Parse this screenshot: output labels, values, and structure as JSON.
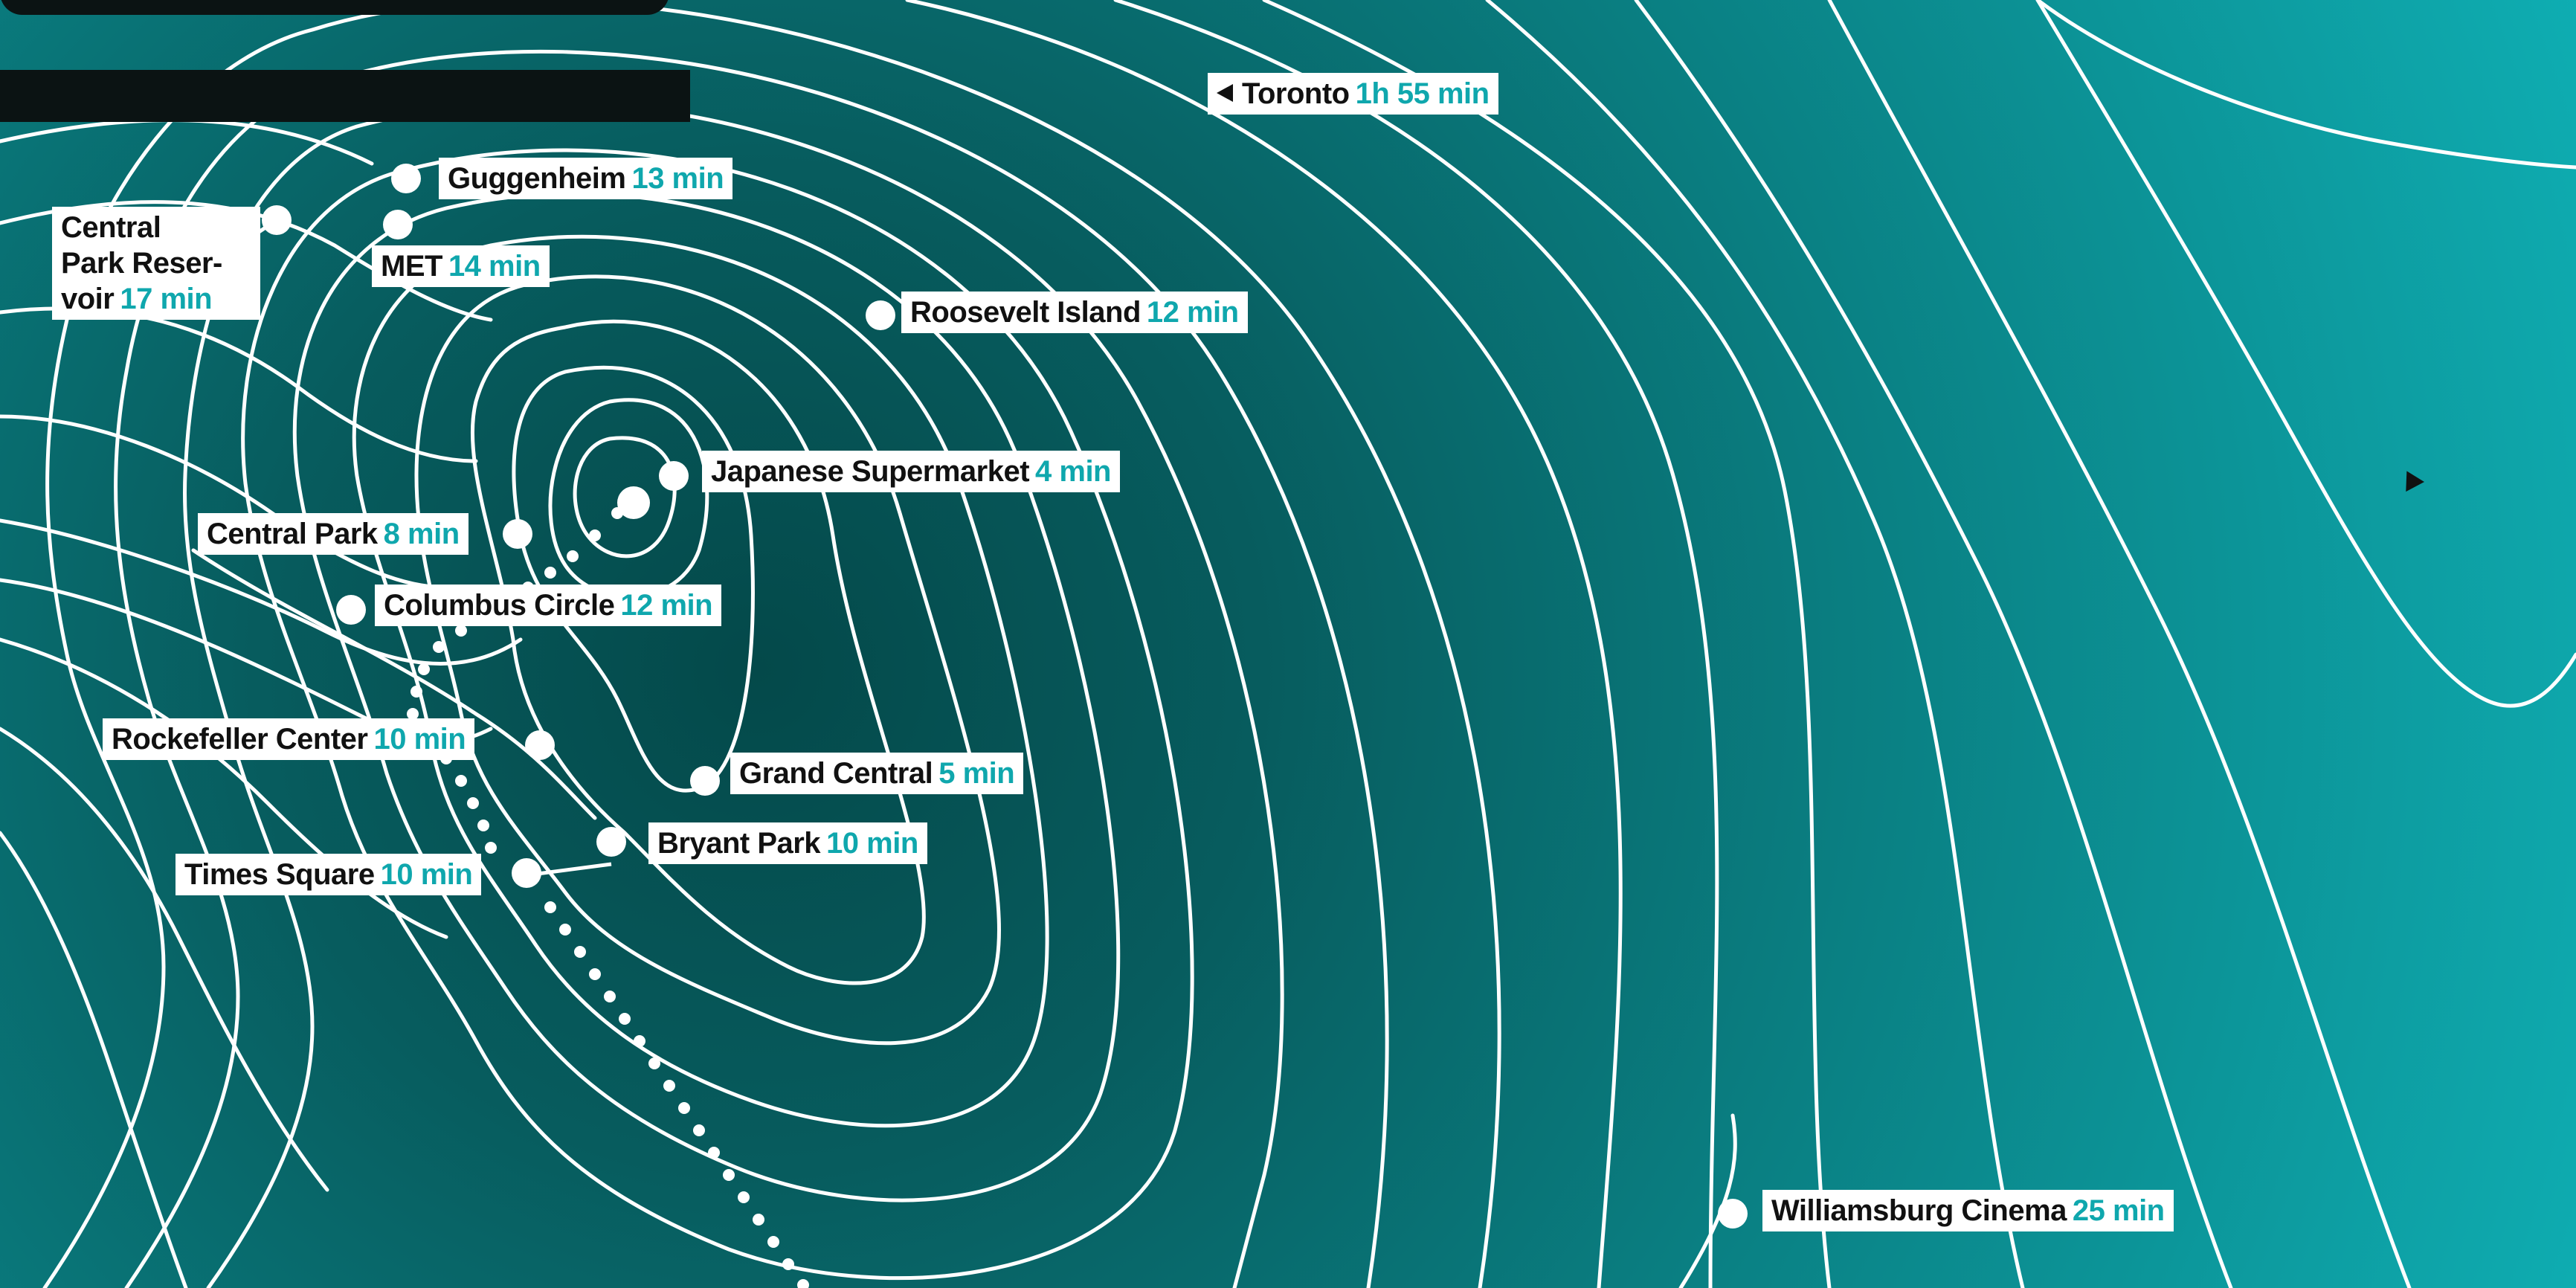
{
  "map": {
    "colors": {
      "background_outer": "#0fa7ad",
      "background_inner": "#04494a",
      "contour": "#ffffff",
      "label_bg": "#ffffff",
      "time_text": "#0fa7ad",
      "name_text": "#111111",
      "title_bar": "#0b1313"
    },
    "places": [
      {
        "id": "toronto",
        "name": "Toronto",
        "time": "1h 55 min",
        "direction_arrow": "left-pointing-triangle"
      },
      {
        "id": "guggenheim",
        "name": "Guggenheim",
        "time": "13 min"
      },
      {
        "id": "central-park-reservoir",
        "name_lines": [
          "Central",
          "Park Reser-",
          "voir"
        ],
        "time": "17 min"
      },
      {
        "id": "met",
        "name": "MET",
        "time": "14 min"
      },
      {
        "id": "roosevelt-island",
        "name": "Roosevelt Island",
        "time": "12 min"
      },
      {
        "id": "japanese-supermarket",
        "name": "Japanese Supermarket",
        "time": "4 min"
      },
      {
        "id": "central-park",
        "name": "Central Park",
        "time": "8 min"
      },
      {
        "id": "columbus-circle",
        "name": "Columbus Circle",
        "time": "12 min"
      },
      {
        "id": "rockefeller-center",
        "name": "Rockefeller Center",
        "time": "10 min"
      },
      {
        "id": "grand-central",
        "name": "Grand Central",
        "time": "5 min"
      },
      {
        "id": "bryant-park",
        "name": "Bryant Park",
        "time": "10 min"
      },
      {
        "id": "times-square",
        "name": "Times Square",
        "time": "10 min"
      },
      {
        "id": "williamsburg-cinema",
        "name": "Williamsburg Cinema",
        "time": "25 min"
      }
    ]
  }
}
